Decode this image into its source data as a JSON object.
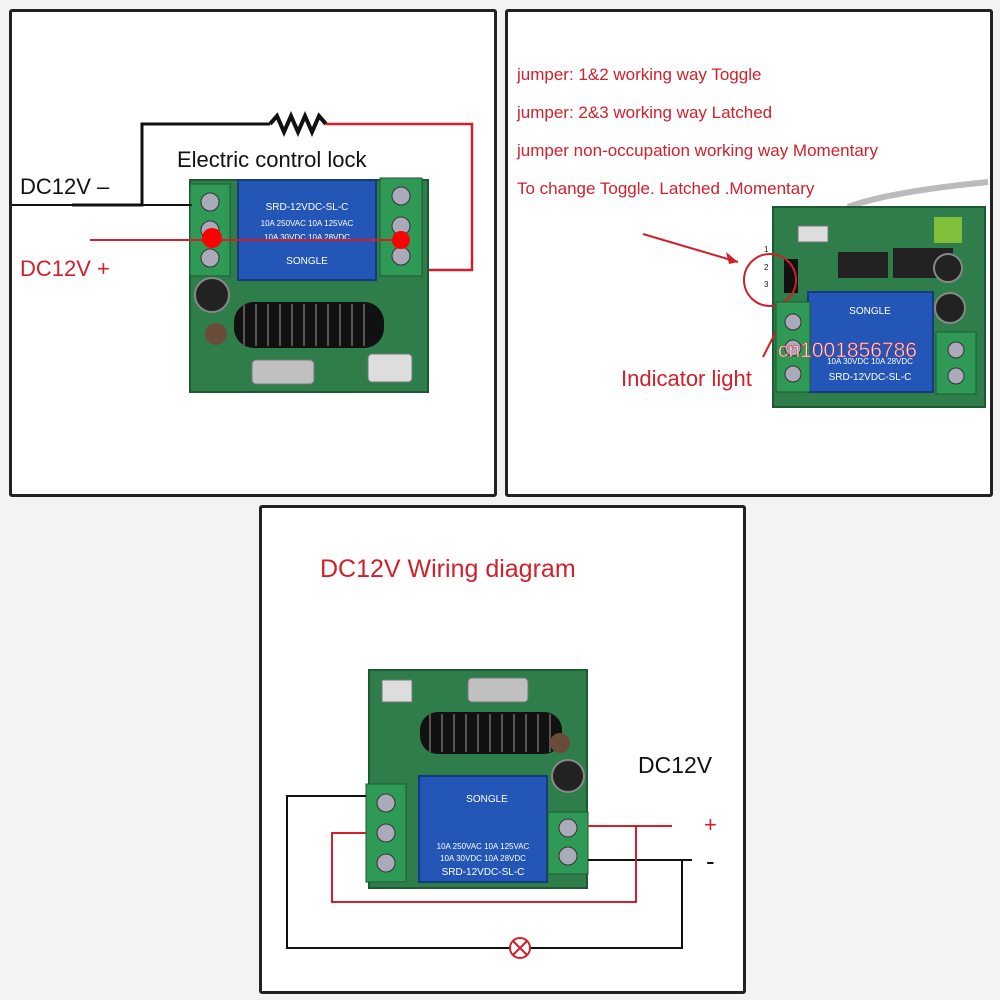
{
  "panel1": {
    "dc_minus_label": "DC12V –",
    "dc_plus_label": "DC12V +",
    "lock_label": "Electric control lock",
    "relay_text": [
      "SRD-12VDC-SL-C",
      "10A 250VAC  10A 125VAC",
      "10A 30VDC  10A 28VDC"
    ],
    "relay_brand": "SONGLE"
  },
  "panel2": {
    "notes": [
      "jumper: 1&2 working way  Toggle",
      "jumper: 2&3 working way  Latched",
      "jumper non-occupation working way  Momentary",
      "To change Toggle. Latched .Momentary"
    ],
    "jumper_pins": [
      "1",
      "2",
      "3"
    ],
    "indicator_label": "Indicator light",
    "watermark": "cn1001856786",
    "relay_text": [
      "SRD-12VDC-SL-C",
      "10A 30VDC  10A 28VDC"
    ],
    "relay_brand": "SONGLE"
  },
  "panel3": {
    "title": "DC12V Wiring diagram",
    "dc_label": "DC12V",
    "plus": "+",
    "minus": "-",
    "relay_text": [
      "10A 250VAC  10A 125VAC",
      "10A 30VDC  10A 28VDC",
      "SRD-12VDC-SL-C"
    ],
    "relay_brand": "SONGLE"
  },
  "colors": {
    "red": "#d21f2a",
    "pcb": "#2e7d4a",
    "relay": "#2456b8",
    "terminal": "#2f9a55"
  }
}
